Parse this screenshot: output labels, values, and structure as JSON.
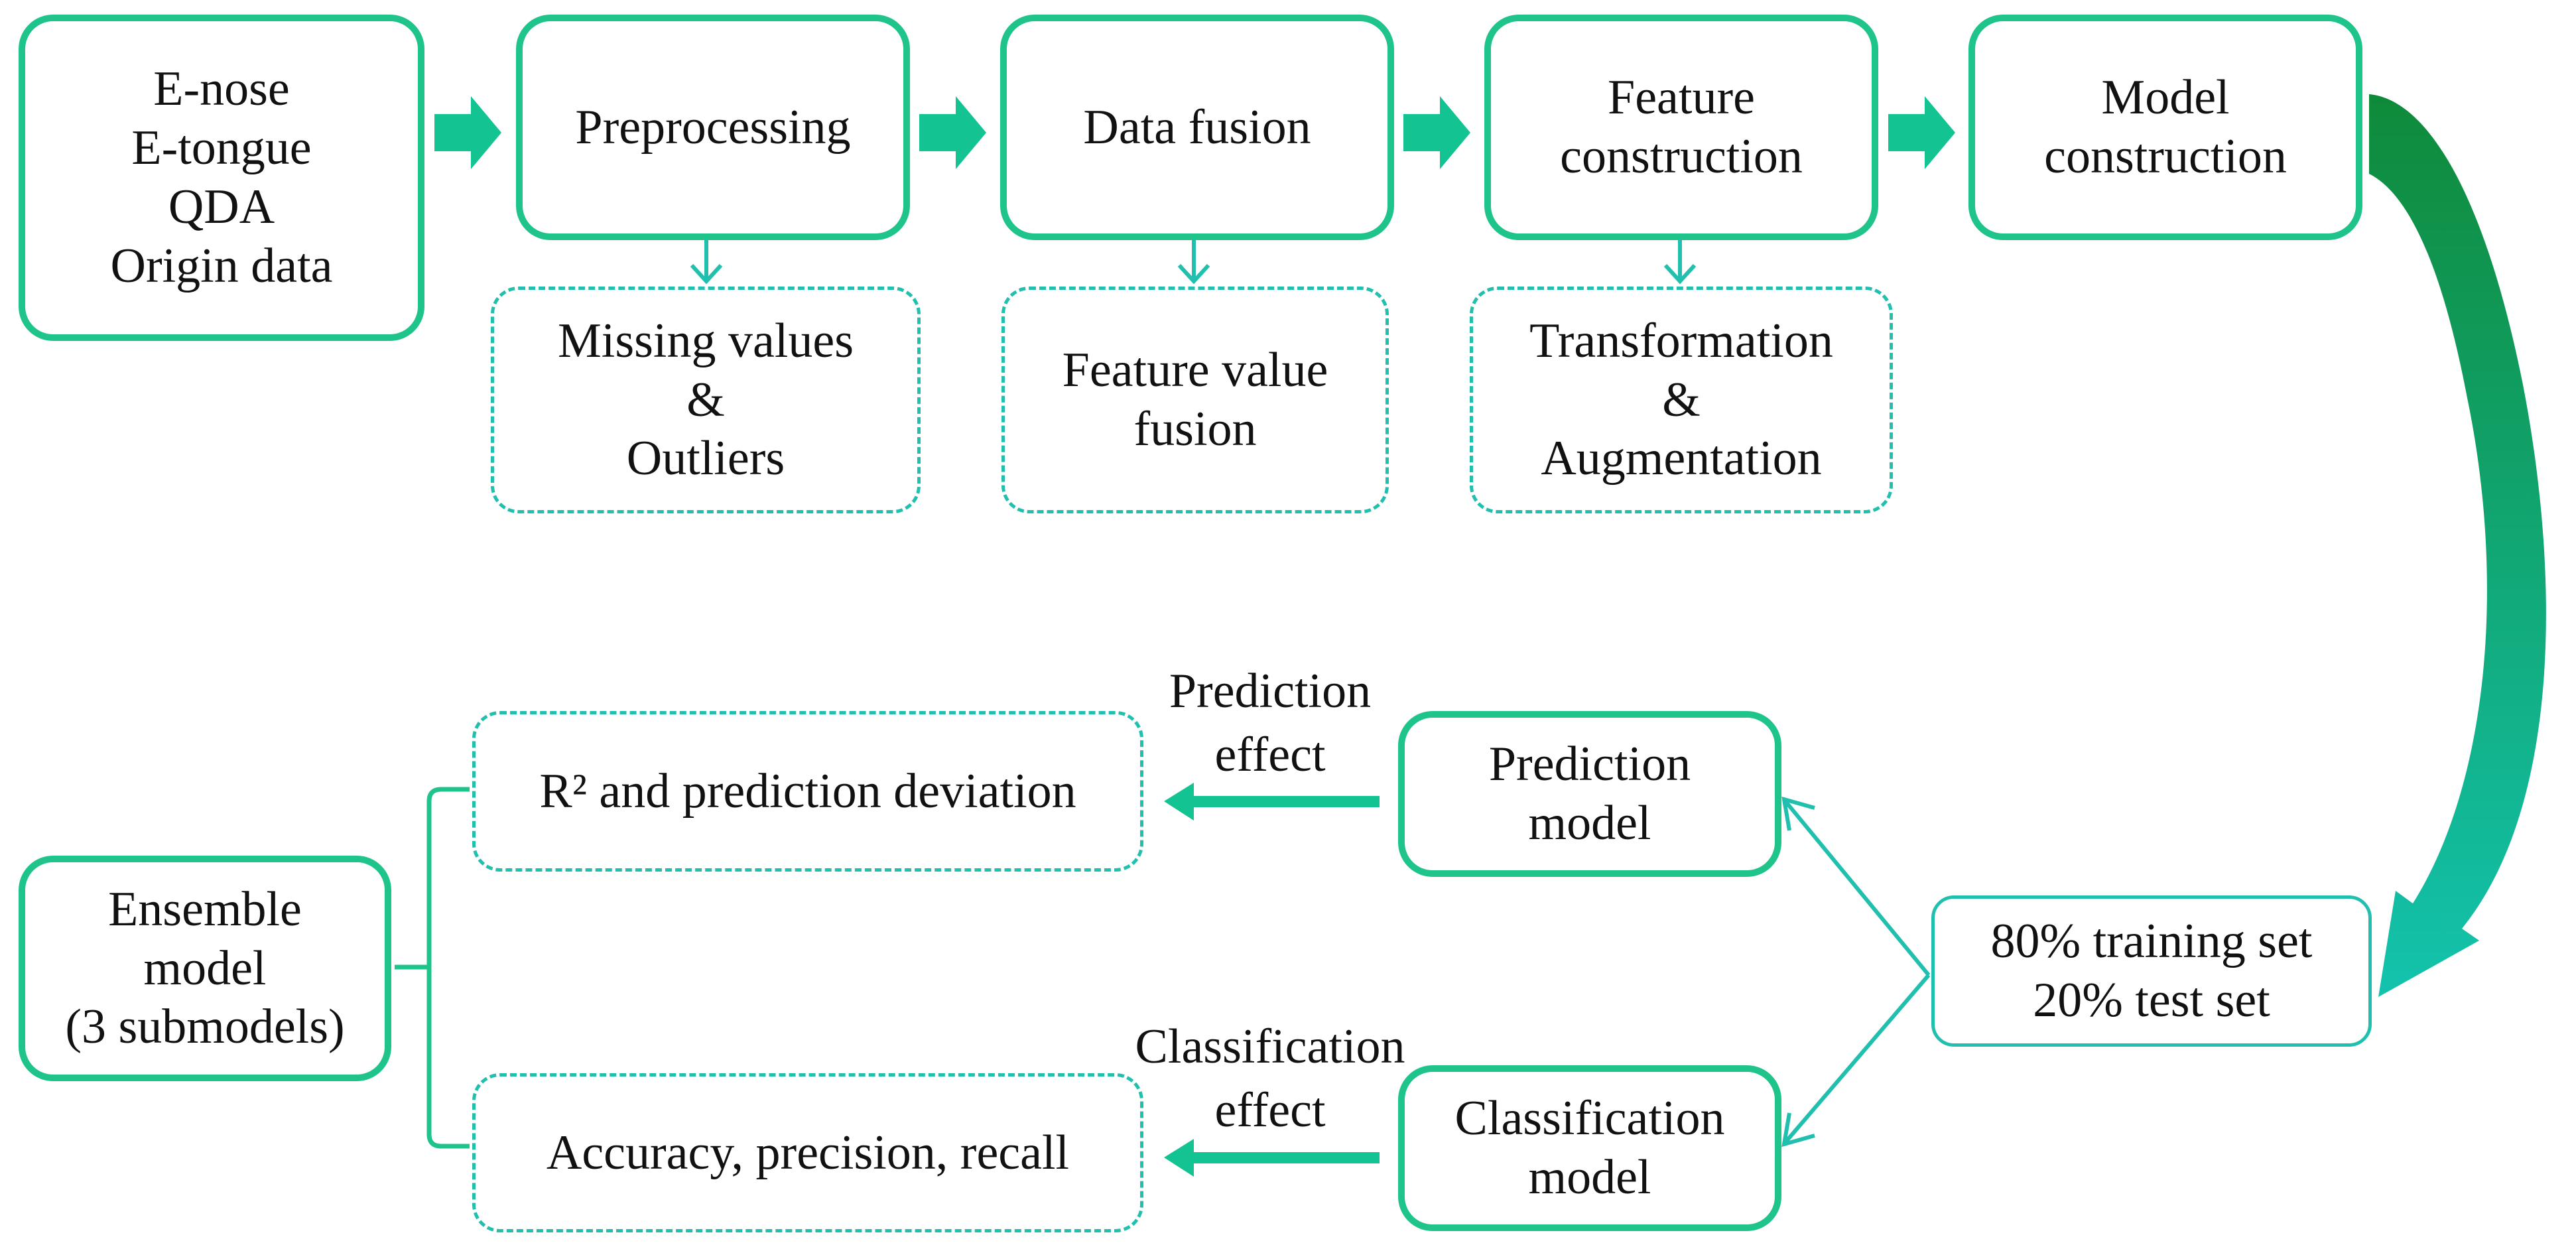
{
  "colors": {
    "box_border": "#1fc48a",
    "dashed_border": "#21bfae",
    "arrow_fill": "#13c391",
    "connector": "#21bfae",
    "curve_dark": "#0f8a3a",
    "curve_light": "#13c3ad"
  },
  "pipeline": {
    "origin": [
      "E-nose",
      "E-tongue",
      "QDA",
      "Origin data"
    ],
    "preprocessing": "Preprocessing",
    "data_fusion": "Data fusion",
    "feature_construction": [
      "Feature",
      "construction"
    ],
    "model_construction": [
      "Model",
      "construction"
    ]
  },
  "details": {
    "preprocessing": [
      "Missing values",
      "&",
      "Outliers"
    ],
    "data_fusion": [
      "Feature value",
      "fusion"
    ],
    "feature_construction": [
      "Transformation",
      "&",
      "Augmentation"
    ]
  },
  "split": [
    "80% training set",
    "20% test set"
  ],
  "models": {
    "prediction": [
      "Prediction",
      "model"
    ],
    "classification": [
      "Classification",
      "model"
    ]
  },
  "effects": {
    "prediction": [
      "Prediction",
      "effect"
    ],
    "classification": [
      "Classification",
      "effect"
    ]
  },
  "metrics": {
    "prediction": "R² and prediction deviation",
    "classification": "Accuracy, precision, recall"
  },
  "ensemble": [
    "Ensemble",
    "model",
    "(3 submodels)"
  ]
}
